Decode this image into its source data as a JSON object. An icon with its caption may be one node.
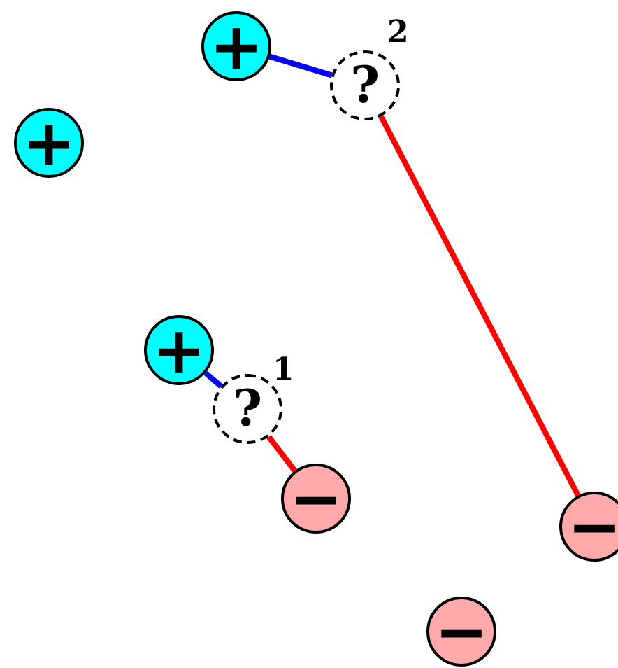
{
  "diagram": {
    "nodes": [
      {
        "text": [
          "+"
        ]
      },
      {
        "text": [
          "?"
        ],
        "beside": [
          "2"
        ]
      },
      {
        "text": [
          "+"
        ]
      },
      {
        "text": [
          "+"
        ]
      },
      {
        "text": [
          "?"
        ],
        "beside": [
          "1"
        ]
      },
      {
        "text": [
          "−"
        ]
      },
      {
        "text": [
          "−"
        ]
      },
      {
        "text": [
          "−"
        ]
      }
    ],
    "edges": [
      {
        "from": 0,
        "to": 1,
        "arrow": "none",
        "color": "#0000ff"
      },
      {
        "from": 1,
        "to": 6,
        "arrow": "none",
        "color": "#ff0000"
      },
      {
        "from": 3,
        "to": 4,
        "arrow": "none",
        "color": "#0000ff"
      },
      {
        "from": 4,
        "to": 5,
        "arrow": "none",
        "color": "#ff0000"
      }
    ]
  }
}
